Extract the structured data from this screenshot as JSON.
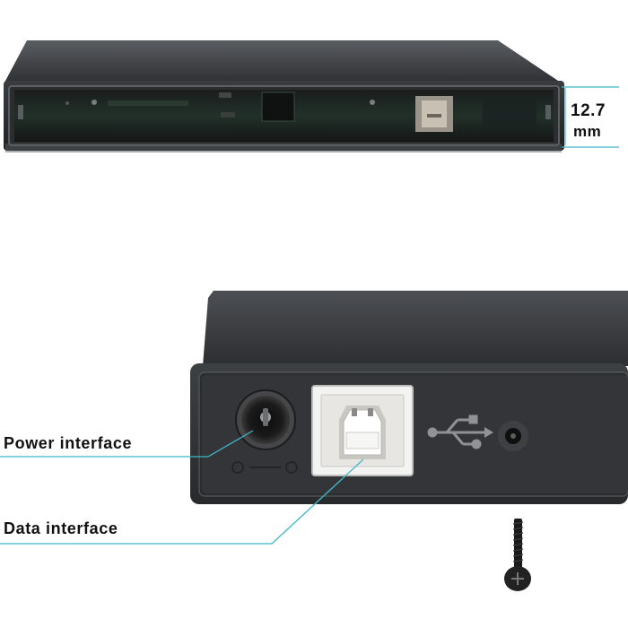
{
  "dimension": {
    "value": "12.7",
    "unit": "mm"
  },
  "callouts": {
    "power": "Power interface",
    "data": "Data interface"
  },
  "colors": {
    "callout_line": "#3fb8c8",
    "enclosure_dark": "#2a2c2e",
    "enclosure_mid": "#4a4d50",
    "connector_white": "#f2f2f2"
  },
  "icons": [
    "usb-symbol-icon",
    "screw-icon"
  ]
}
